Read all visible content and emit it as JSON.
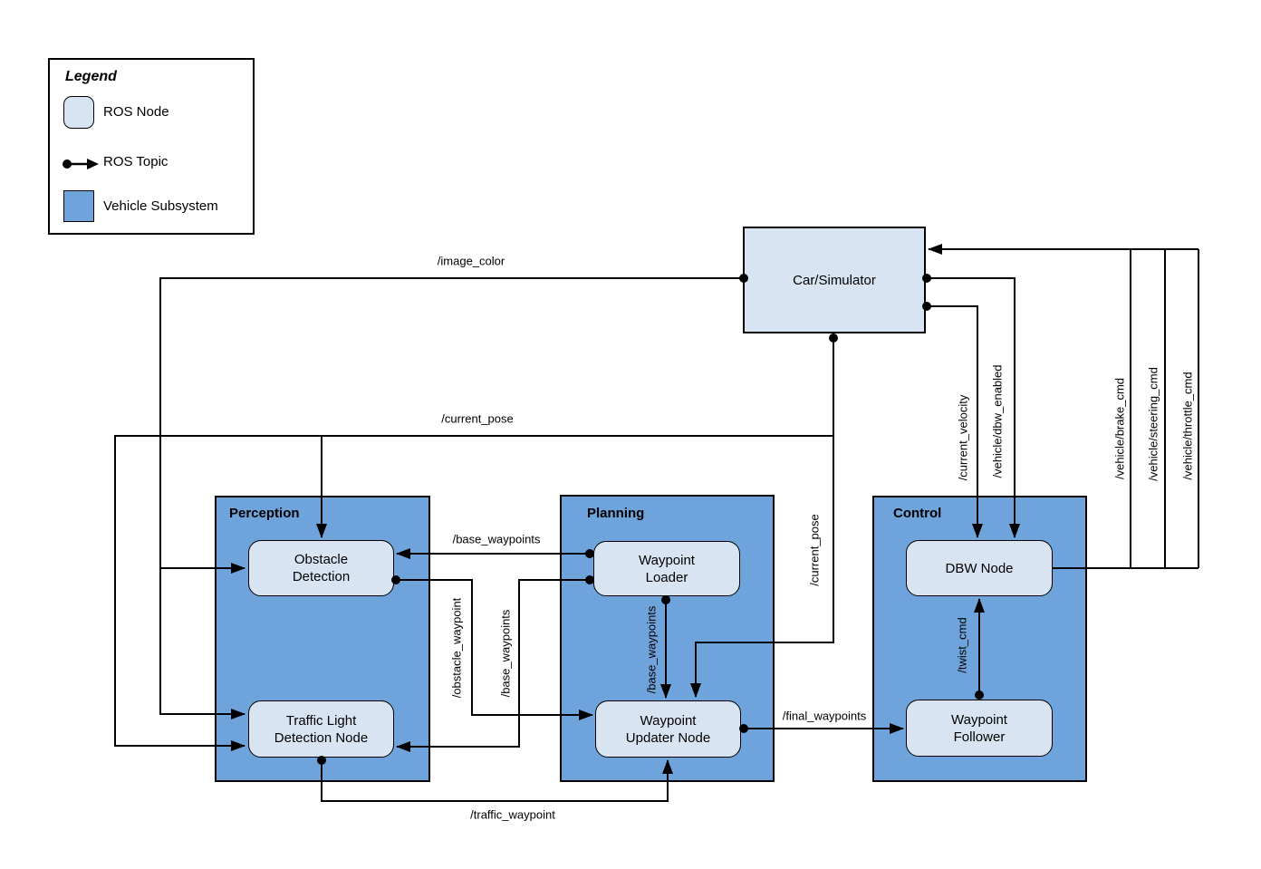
{
  "legend": {
    "title": "Legend",
    "items": [
      {
        "label": "ROS Node",
        "swatch": "ros-node"
      },
      {
        "label": "ROS Topic",
        "swatch": "ros-topic"
      },
      {
        "label": "Vehicle Subsystem",
        "swatch": "vehicle-subsystem"
      }
    ]
  },
  "subsystems": {
    "perception": "Perception",
    "planning": "Planning",
    "control": "Control"
  },
  "nodes": {
    "car_simulator": "Car/Simulator",
    "obstacle_detection": "Obstacle\nDetection",
    "traffic_light_detection": "Traffic Light\nDetection Node",
    "waypoint_loader": "Waypoint\nLoader",
    "waypoint_updater": "Waypoint\nUpdater Node",
    "dbw_node": "DBW Node",
    "waypoint_follower": "Waypoint\nFollower"
  },
  "topics": {
    "image_color": "/image_color",
    "current_pose": "/current_pose",
    "base_waypoints": "/base_waypoints",
    "obstacle_waypoint": "/obstacle_waypoint",
    "traffic_waypoint": "/traffic_waypoint",
    "final_waypoints": "/final_waypoints",
    "twist_cmd": "/twist_cmd",
    "current_velocity": "/current_velocity",
    "dbw_enabled": "/vehicle/dbw_enabled",
    "brake_cmd": "/vehicle/brake_cmd",
    "steering_cmd": "/vehicle/steering_cmd",
    "throttle_cmd": "/vehicle/throttle_cmd"
  },
  "colors": {
    "node_fill": "#d8e4f2",
    "node_border": "#000000",
    "subsystem_fill": "#6fa3db",
    "subsystem_border": "#000000",
    "wire": "#000000",
    "bg": "#ffffff"
  }
}
